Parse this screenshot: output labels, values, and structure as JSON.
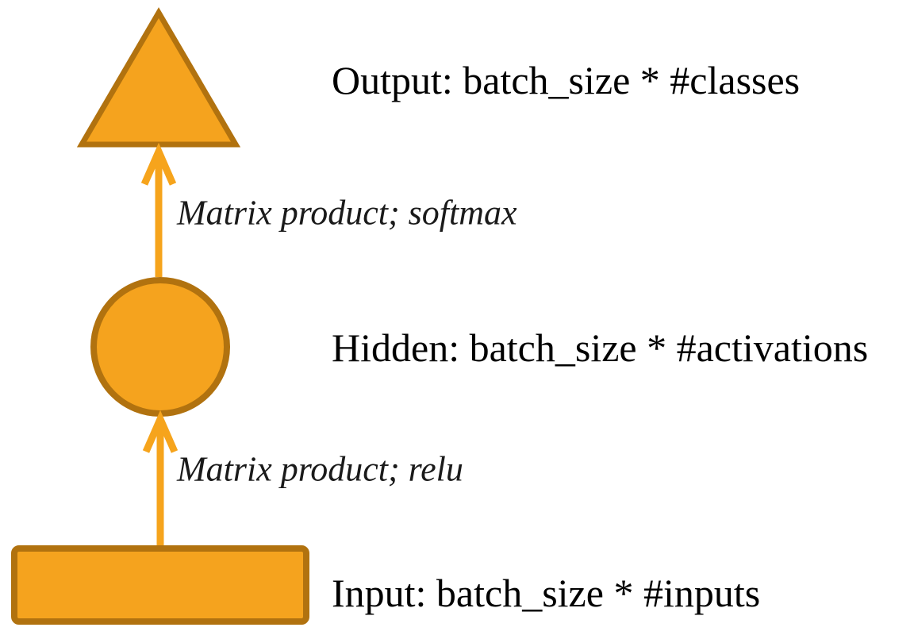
{
  "diagram": {
    "type": "flow-diagram",
    "description_colors": {
      "shape_fill": "#F5A31E",
      "shape_stroke": "#B1720F",
      "arrow": "#F6A41C",
      "text": "#000000"
    },
    "nodes": [
      {
        "id": "output",
        "shape": "triangle",
        "label": "Output: batch_size * #classes"
      },
      {
        "id": "hidden",
        "shape": "circle",
        "label": "Hidden: batch_size * #activations"
      },
      {
        "id": "input",
        "shape": "rectangle",
        "label": "Input: batch_size * #inputs"
      }
    ],
    "edges": [
      {
        "from": "hidden",
        "to": "output",
        "label": "Matrix product; softmax"
      },
      {
        "from": "input",
        "to": "hidden",
        "label": "Matrix product; relu"
      }
    ]
  }
}
